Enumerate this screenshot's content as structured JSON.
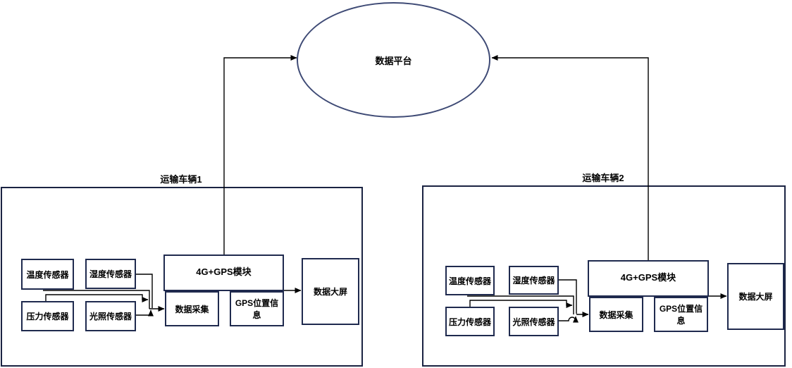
{
  "platform": {
    "label": "数据平台"
  },
  "vehicles": [
    {
      "title": "运输车辆1",
      "sensors": {
        "temperature": "温度传感器",
        "humidity": "湿度传感器",
        "pressure": "压力传感器",
        "light": "光照传感器"
      },
      "module": {
        "title": "4G+GPS模块",
        "collect": "数据采集",
        "gps": "GPS位置信息"
      },
      "screen": "数据大屏"
    },
    {
      "title": "运输车辆2",
      "sensors": {
        "temperature": "温度传感器",
        "humidity": "湿度传感器",
        "pressure": "压力传感器",
        "light": "光照传感器"
      },
      "module": {
        "title": "4G+GPS模块",
        "collect": "数据采集",
        "gps": "GPS位置信息"
      },
      "screen": "数据大屏"
    }
  ],
  "colors": {
    "box_border": "#1f2a4e",
    "vehicle_border": "#1a2342",
    "ellipse_border": "#3e4a75",
    "connector": "#000000",
    "text": "#000000",
    "background": "#ffffff"
  }
}
